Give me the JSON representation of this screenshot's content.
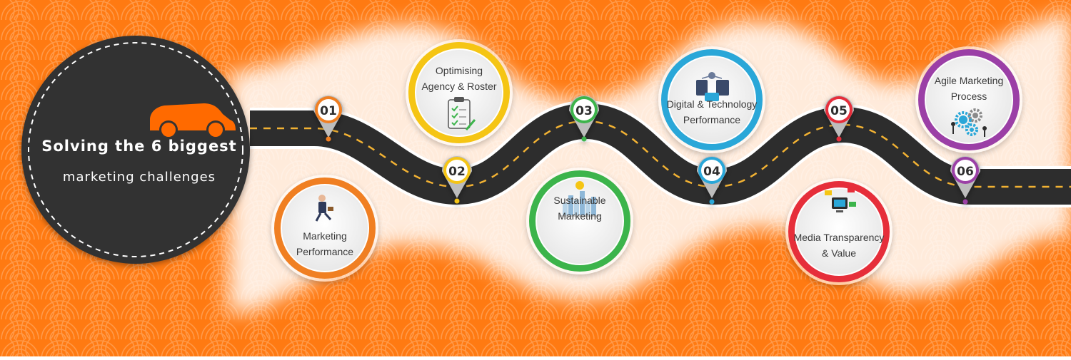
{
  "hero": {
    "line1": "Solving the 6 biggest",
    "line2": "marketing challenges"
  },
  "colors": {
    "background": "#ff7a12",
    "accent": "#ff6a00",
    "road": "#2d2d2d",
    "hero_disc": "#333333"
  },
  "milestones": [
    {
      "number": "01",
      "color": "#f07f22",
      "lines": [
        "Marketing",
        "Performance"
      ],
      "icon": "businessman-running-icon"
    },
    {
      "number": "02",
      "color": "#f5c514",
      "lines": [
        "Optimising",
        "Agency & Roster"
      ],
      "icon": "clipboard-checklist-icon"
    },
    {
      "number": "03",
      "color": "#3cb44b",
      "lines": [
        "Sustainable",
        "Marketing"
      ],
      "icon": "city-skyline-icon"
    },
    {
      "number": "04",
      "color": "#2aa7d8",
      "lines": [
        "Digital & Technology",
        "Performance"
      ],
      "icon": "devices-network-icon"
    },
    {
      "number": "05",
      "color": "#e62e3a",
      "lines": [
        "Media Transparency",
        "& Value"
      ],
      "icon": "media-screens-icon"
    },
    {
      "number": "06",
      "color": "#9b3fa6",
      "lines": [
        "Agile Marketing",
        "Process"
      ],
      "icon": "gears-people-icon"
    }
  ]
}
